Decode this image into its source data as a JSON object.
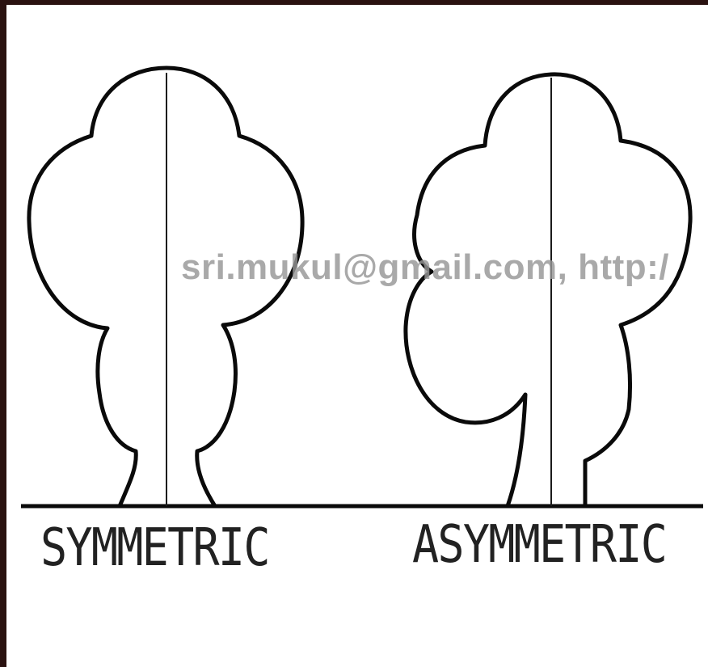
{
  "labels": {
    "symmetric": "SYMMETRIC",
    "asymmetric": "ASYMMETRIC"
  },
  "watermark": {
    "text": "sri.mukul@gmail.com, http:/"
  },
  "colors": {
    "outline": "#0a0a0a",
    "background": "#ffffff",
    "border": "#2a1210",
    "watermark": "#969696"
  }
}
